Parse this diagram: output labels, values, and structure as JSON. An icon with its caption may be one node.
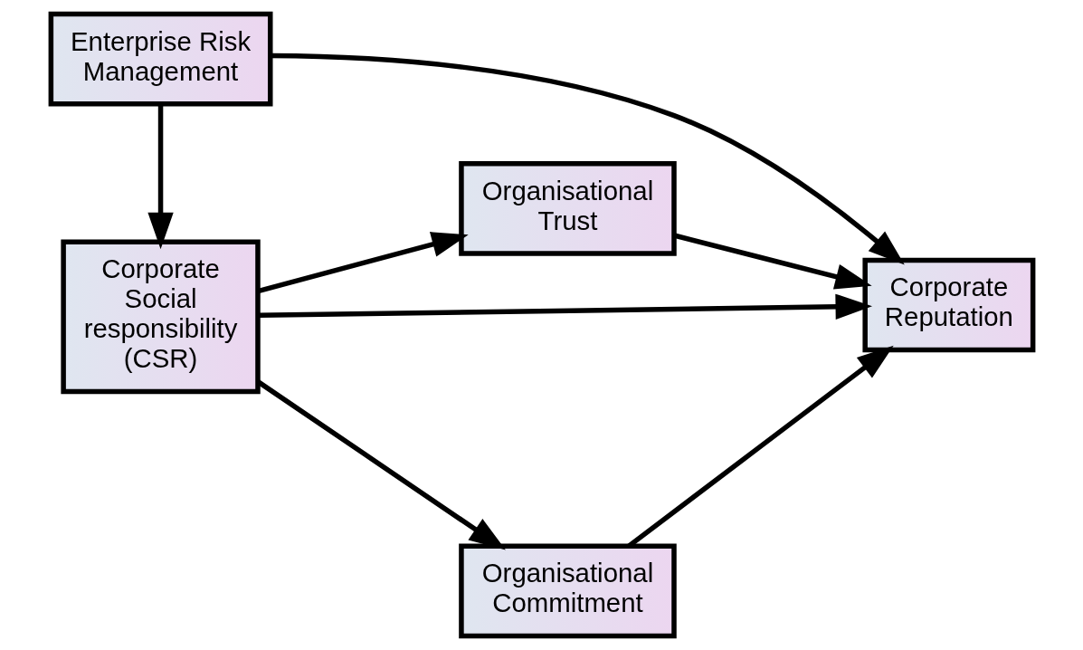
{
  "diagram": {
    "nodes": [
      {
        "text": [
          "Organisational Trust"
        ]
      },
      {
        "text": [
          "Corporate Social responsibility (CSR)"
        ]
      },
      {
        "text": [
          "Corporate Reputation"
        ]
      },
      {
        "text": [
          "Enterprise Risk Management"
        ]
      },
      {
        "text": [
          "Organisational Commitment"
        ]
      }
    ],
    "edges": [
      {
        "from": 1,
        "to": 0,
        "arrow": "to"
      },
      {
        "from": 0,
        "to": 2,
        "arrow": "to"
      },
      {
        "from": 1,
        "to": 2,
        "arrow": "to"
      },
      {
        "from": 3,
        "to": 1,
        "arrow": "to"
      },
      {
        "from": 3,
        "to": 2,
        "arrow": "to"
      },
      {
        "from": 1,
        "to": 4,
        "arrow": "to"
      },
      {
        "from": 4,
        "to": 2,
        "arrow": "to"
      }
    ]
  }
}
